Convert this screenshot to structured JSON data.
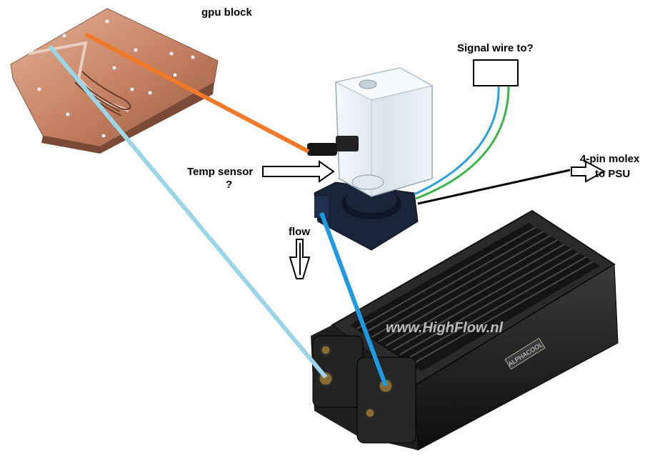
{
  "labels": {
    "gpu_block": "gpu block",
    "signal_wire": "Signal wire to?",
    "temp_sensor": "Temp sensor",
    "temp_sensor_q": "?",
    "molex_line1": "4-pin molex",
    "molex_line2": "to PSU",
    "flow": "flow",
    "watermark": "www.HighFlow.nl",
    "radiator_brand": "ALPHACOOL"
  },
  "colors": {
    "gpu_line": "#f07a2a",
    "pump_to_rad_line": "#1e9be0",
    "gpu_to_rad_line": "#9cd4e8",
    "signal_blue": "#2a9fdc",
    "signal_green": "#3ab54a",
    "molex_line": "#000000",
    "copper": "#c98a6a",
    "radiator": "#1b1b1b"
  }
}
